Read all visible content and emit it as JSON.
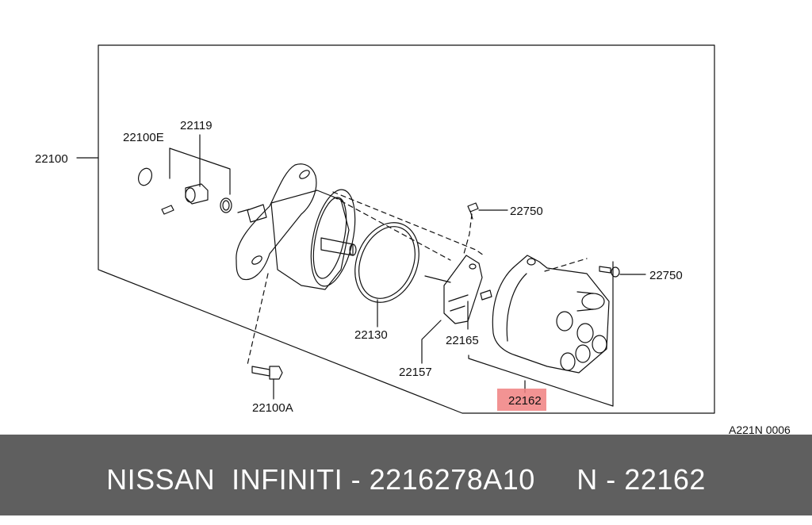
{
  "diagram": {
    "part_labels": {
      "p22100": "22100",
      "p22100E": "22100E",
      "p22119": "22119",
      "p22750_top": "22750",
      "p22750_right": "22750",
      "p22130": "22130",
      "p22165": "22165",
      "p22157": "22157",
      "p22162": "22162",
      "p22100A": "22100A"
    },
    "reference_code": "A221N 0006",
    "highlight_color": "#f08080"
  },
  "footer": {
    "text": "NISSAN  INFINITI - 2216278A10     N - 22162",
    "background": "#5f5f5f",
    "text_color": "#ffffff"
  }
}
